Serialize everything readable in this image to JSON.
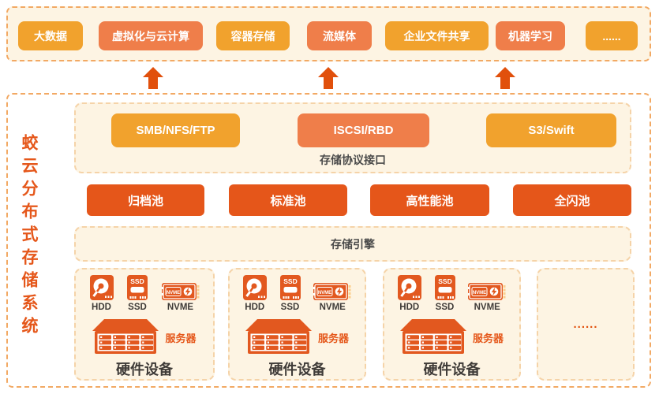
{
  "colors": {
    "amber": "#F1A22D",
    "salmon": "#EF7E4A",
    "deep-orange": "#E5561A",
    "arrow": "#E1500C",
    "cream": "#FDF4E3",
    "border-outer": "#F2A964",
    "border-inner": "#F5D3A8",
    "title": "#E5571A",
    "icon-orange": "#E2581F",
    "pin-gold": "#FBCE8C",
    "text-dark": "#3F3B38",
    "text-gray": "#4A4A4A"
  },
  "top_apps": {
    "items": [
      {
        "label": "大数据",
        "variant": "amber"
      },
      {
        "label": "虚拟化与云计算",
        "variant": "salmon"
      },
      {
        "label": "容器存储",
        "variant": "amber"
      },
      {
        "label": "流媒体",
        "variant": "salmon"
      },
      {
        "label": "企业文件共享",
        "variant": "amber"
      },
      {
        "label": "机器学习",
        "variant": "salmon"
      },
      {
        "label": "......",
        "variant": "amber"
      }
    ]
  },
  "system": {
    "title": "蛟云分布式存储系统"
  },
  "protocol": {
    "label": "存储协议接口",
    "buttons": [
      {
        "label": "SMB/NFS/FTP",
        "variant": "amber"
      },
      {
        "label": "ISCSI/RBD",
        "variant": "salmon"
      },
      {
        "label": "S3/Swift",
        "variant": "amber"
      }
    ]
  },
  "pools": [
    {
      "label": "归档池"
    },
    {
      "label": "标准池"
    },
    {
      "label": "高性能池"
    },
    {
      "label": "全闪池"
    }
  ],
  "engine": {
    "label": "存储引擎"
  },
  "hardware": {
    "disks": [
      {
        "label": "HDD"
      },
      {
        "label": "SSD",
        "icon_text": "SSD"
      },
      {
        "label": "NVME",
        "icon_text": "NVME"
      }
    ],
    "server_label": "服务器",
    "box_label": "硬件设备",
    "more_label": "......"
  }
}
